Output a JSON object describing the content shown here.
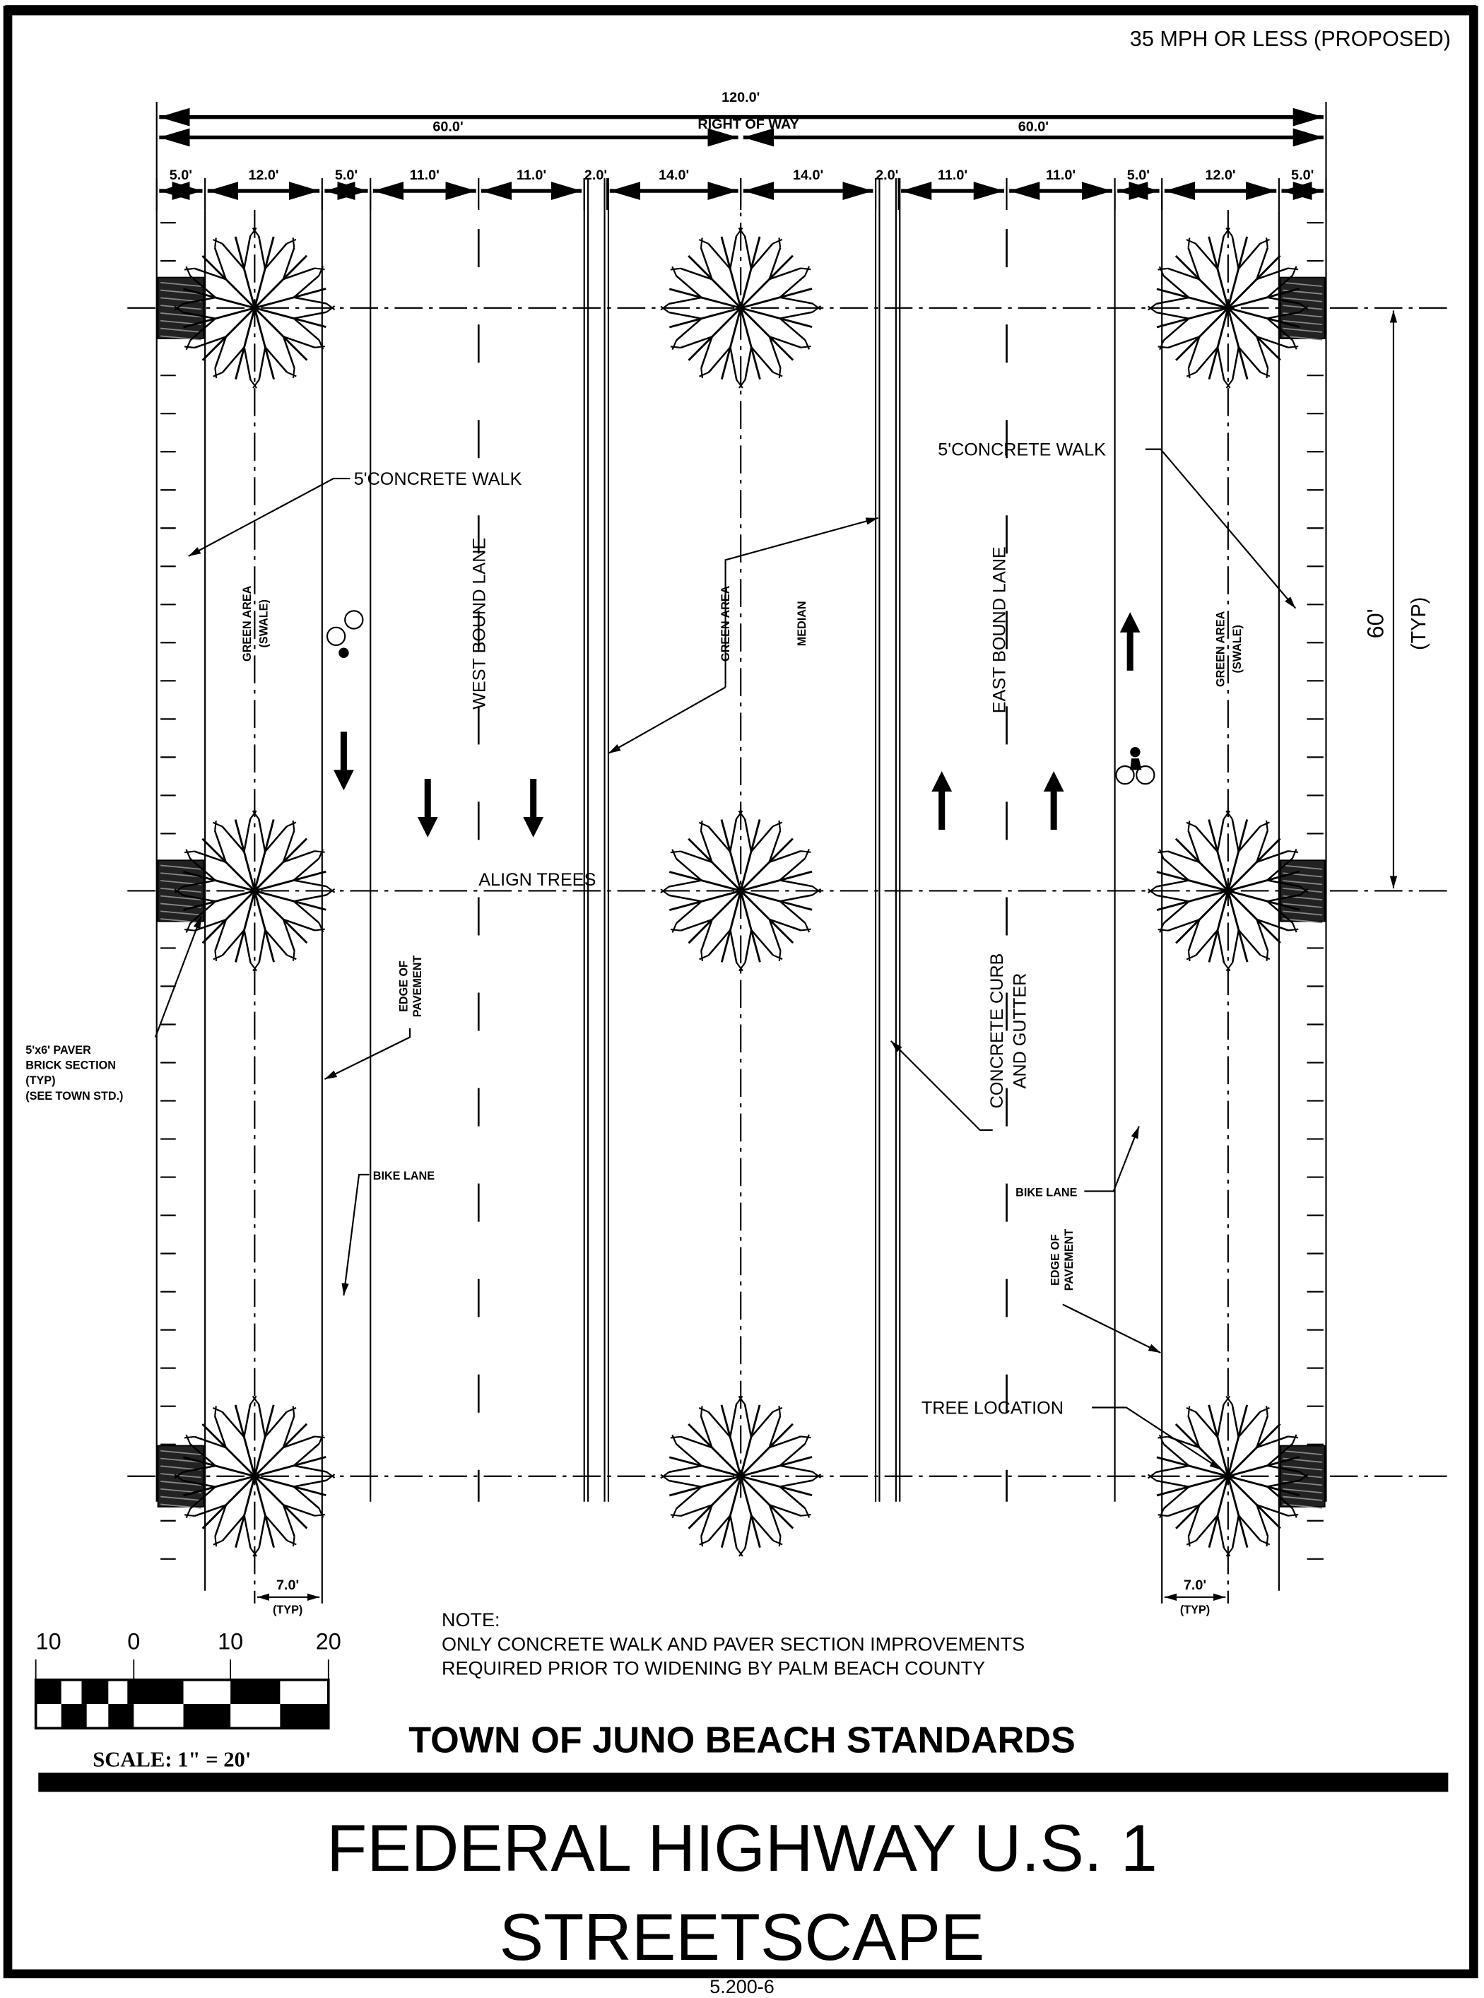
{
  "header": {
    "speed_note": "35 MPH OR LESS (PROPOSED)"
  },
  "dimensions": {
    "total": "120.0'",
    "right_of_way": "RIGHT OF WAY",
    "half_left": "60.0'",
    "half_right": "60.0'",
    "segments": [
      "5.0'",
      "12.0'",
      "5.0'",
      "11.0'",
      "11.0'",
      "2.0'",
      "14.0'",
      "14.0'",
      "2.0'",
      "11.0'",
      "11.0'",
      "5.0'",
      "12.0'",
      "5.0'"
    ],
    "tree_spacing": "60'",
    "tree_spacing_note": "(TYP)",
    "tree_offset": "7.0'",
    "tree_offset_note": "(TYP)"
  },
  "labels": {
    "concrete_walk_left": "5'CONCRETE WALK",
    "concrete_walk_right": "5'CONCRETE WALK",
    "green_area_swale": "GREEN AREA",
    "swale": "(SWALE)",
    "west_bound_lane": "WEST BOUND LANE",
    "east_bound_lane": "EAST BOUND LANE",
    "green_area_median": "GREEN AREA",
    "median": "MEDIAN",
    "align_trees": "ALIGN TREES",
    "edge_of_pavement": "EDGE OF",
    "pavement": "PAVEMENT",
    "concrete_curb": "CONCRETE CURB",
    "and_gutter": "AND GUTTER",
    "paver_lines": [
      "5'x6' PAVER",
      "BRICK SECTION",
      "(TYP)",
      "(SEE TOWN STD.)"
    ],
    "bike_lane": "BIKE LANE",
    "tree_location": "TREE LOCATION"
  },
  "note": {
    "title": "NOTE:",
    "line1": "ONLY CONCRETE WALK AND PAVER SECTION IMPROVEMENTS",
    "line2": "REQUIRED PRIOR TO WIDENING BY PALM BEACH COUNTY"
  },
  "scale": {
    "ticks": [
      "10",
      "0",
      "10",
      "20"
    ],
    "label": "SCALE:  1\" = 20'"
  },
  "title_block": {
    "agency": "TOWN OF JUNO BEACH STANDARDS",
    "title_line1": "FEDERAL HIGHWAY U.S. 1",
    "title_line2": "STREETSCAPE",
    "sheet_number": "5.200-6"
  }
}
